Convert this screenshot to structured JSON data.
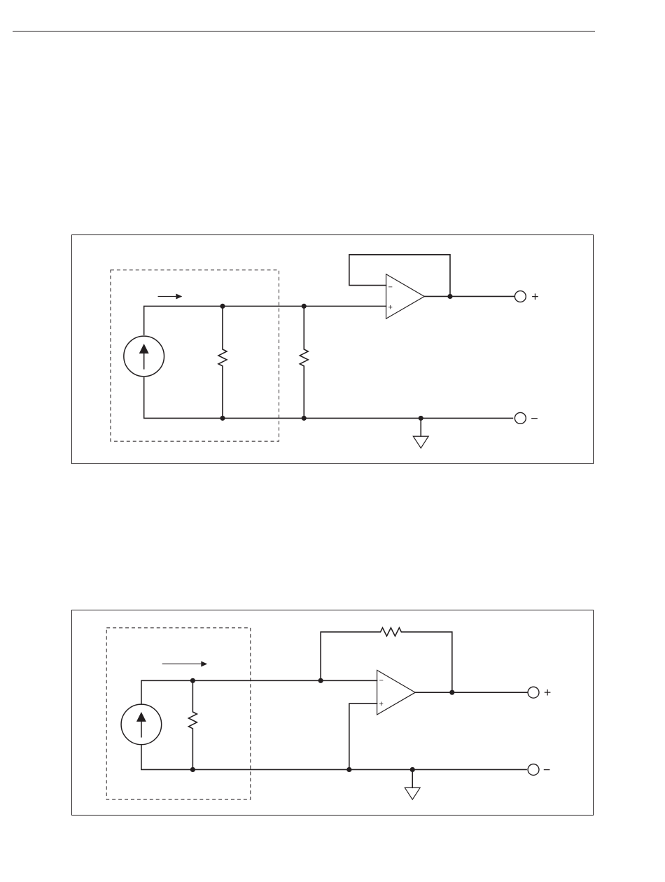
{
  "page": {
    "header_rule": true
  },
  "figures": [
    {
      "name": "voltage-follower-circuit",
      "opamp_inputs": {
        "inverting": "−",
        "noninverting": "+"
      },
      "terminals": {
        "positive": "+",
        "negative": "−"
      },
      "components": [
        "current-source",
        "source-resistor",
        "load-resistor",
        "op-amp",
        "ground"
      ]
    },
    {
      "name": "transimpedance-circuit",
      "opamp_inputs": {
        "inverting": "−",
        "noninverting": "+"
      },
      "terminals": {
        "positive": "+",
        "negative": "−"
      },
      "components": [
        "current-source",
        "source-resistor",
        "feedback-resistor",
        "op-amp",
        "ground"
      ]
    }
  ],
  "colors": {
    "ink": "#231f20",
    "background": "#ffffff"
  }
}
